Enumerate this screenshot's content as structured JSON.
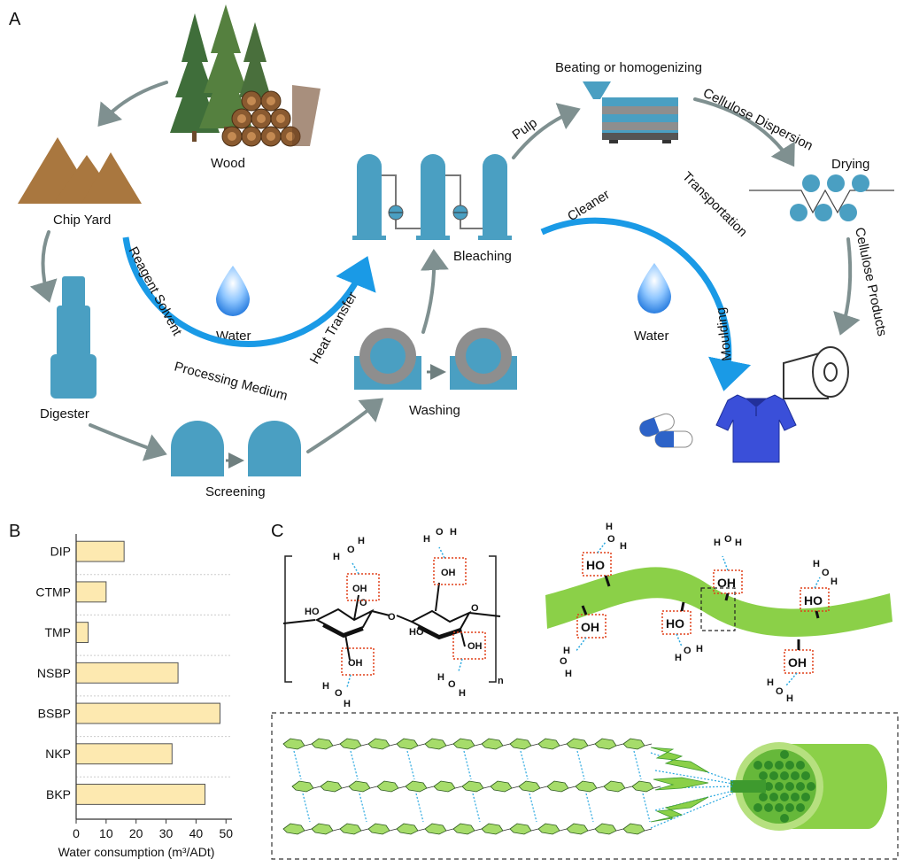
{
  "panels": {
    "a": "A",
    "b": "B",
    "c": "C"
  },
  "flow_labels": {
    "wood": "Wood",
    "chip_yard": "Chip Yard",
    "digester": "Digester",
    "screening": "Screening",
    "washing": "Washing",
    "bleaching": "Bleaching",
    "pulp": "Pulp",
    "beating": "Beating or homogenizing",
    "cellulose_dispersion": "Cellulose Dispersion",
    "drying": "Drying",
    "cellulose_products": "Cellulose Products",
    "water_left": "Water",
    "water_right": "Water"
  },
  "arc_labels": {
    "reagent_solvent": "Reagent Solvent",
    "processing_medium": "Processing Medium",
    "heat_transfer": "Heat Transfer",
    "cleaner": "Cleaner",
    "transportation": "Transportation",
    "moulding": "Moulding"
  },
  "chemistry": {
    "oh": "OH",
    "ho": "HO",
    "o": "O",
    "h": "H",
    "n": "n"
  },
  "colors": {
    "process_blue": "#4a9fc2",
    "arc_blue": "#1a9ae6",
    "arrow_gray": "#7f9090",
    "bar_fill": "#fde9b0",
    "bar_stroke": "#555555",
    "green": "#8bd048",
    "dark_green": "#3e9a2e",
    "red_box": "#e0401a"
  },
  "chart_data": {
    "type": "bar",
    "orientation": "horizontal",
    "categories": [
      "DIP",
      "CTMP",
      "TMP",
      "NSBP",
      "BSBP",
      "NKP",
      "BKP"
    ],
    "values": [
      16,
      10,
      4,
      34,
      48,
      32,
      43
    ],
    "xlabel": "Water consumption (m³/ADt)",
    "xlim": [
      0,
      52
    ],
    "xticks": [
      0,
      10,
      20,
      30,
      40,
      50
    ],
    "grid": "horizontal dotted"
  }
}
